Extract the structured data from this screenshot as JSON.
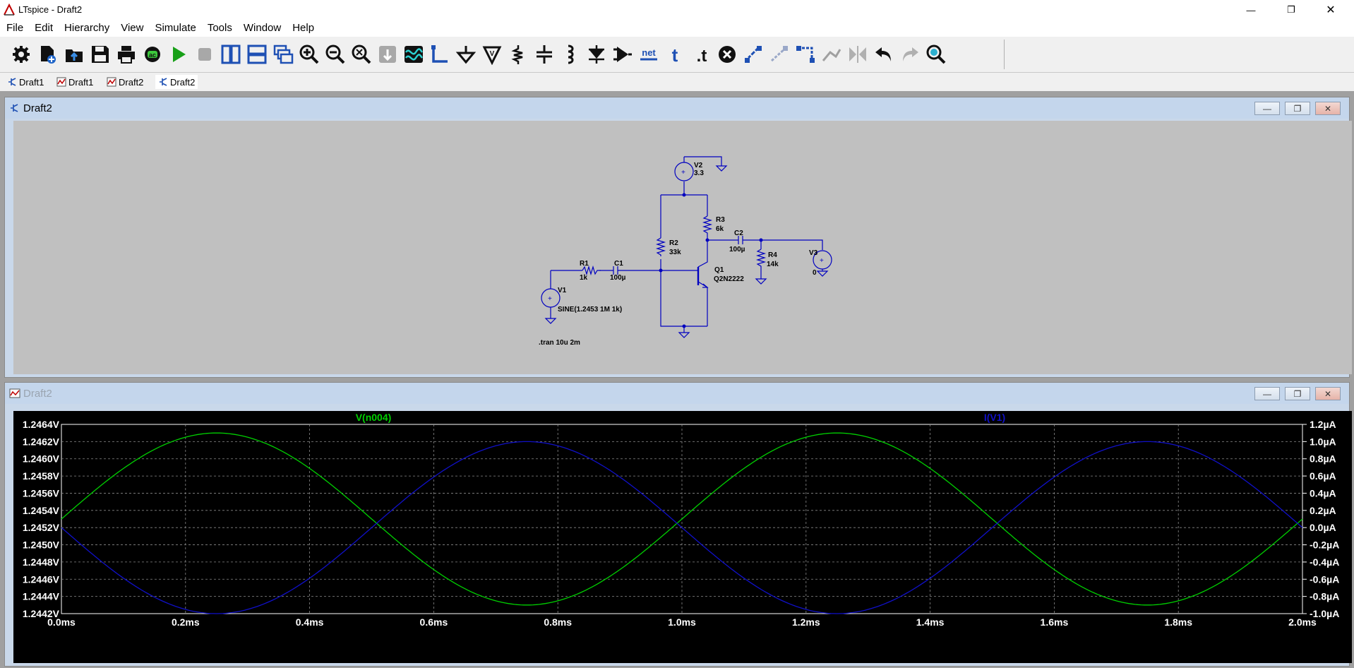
{
  "window": {
    "title": "LTspice - Draft2"
  },
  "menu": [
    "File",
    "Edit",
    "Hierarchy",
    "View",
    "Simulate",
    "Tools",
    "Window",
    "Help"
  ],
  "toolbar": {
    "icons": [
      "settings-icon",
      "new-schematic-icon",
      "open-icon",
      "save-icon",
      "print-icon",
      "ac-icon",
      "run-icon",
      "halt-icon",
      "tile-vertical-icon",
      "tile-horizontal-icon",
      "cascade-icon",
      "zoom-in-icon",
      "zoom-out-icon",
      "zoom-fit-icon",
      "autorange-icon",
      "waveform-icon",
      "wire-icon",
      "ground-icon",
      "label-net-icon",
      "resistor-icon",
      "capacitor-icon",
      "inductor-icon",
      "diode-icon",
      "component-icon",
      "net-label-icon",
      "text-icon",
      "spice-directive-icon",
      "delete-icon",
      "duplicate-icon",
      "move-icon",
      "drag-icon",
      "undo-draw-icon",
      "mirror-icon",
      "undo-icon",
      "redo-icon",
      "find-icon"
    ],
    "net_text": "net",
    "text_t": "t",
    "directive_t": ".t",
    "ac_text": "ac"
  },
  "tabs": [
    {
      "label": "Draft1",
      "kind": "schematic"
    },
    {
      "label": "Draft1",
      "kind": "plot"
    },
    {
      "label": "Draft2",
      "kind": "plot"
    },
    {
      "label": "Draft2",
      "kind": "schematic",
      "active": true
    }
  ],
  "schematic_window": {
    "title": "Draft2",
    "components": {
      "v2_name": "V2",
      "v2_value": "3.3",
      "r3_name": "R3",
      "r3_value": "6k",
      "c2_name": "C2",
      "c2_value": "100µ",
      "r2_name": "R2",
      "r2_value": "33k",
      "r4_name": "R4",
      "r4_value": "14k",
      "v3_name": "V3",
      "v3_value": "0",
      "r1_name": "R1",
      "r1_value": "1k",
      "c1_name": "C1",
      "c1_value": "100µ",
      "q1_name": "Q1",
      "q1_value": "Q2N2222",
      "v1_name": "V1",
      "v1_value": "SINE(1.2453 1M 1k)"
    },
    "directive": ".tran 10u 2m"
  },
  "plot_window": {
    "title": "Draft2",
    "colors": {
      "v": "#00d000",
      "i": "#1010c8",
      "grid": "#8a8a8a",
      "axis": "#ffffff"
    }
  },
  "chart_data": {
    "type": "line",
    "title": "",
    "xlabel": "",
    "ylabel": "",
    "x_ticks": [
      "0.0ms",
      "0.2ms",
      "0.4ms",
      "0.6ms",
      "0.8ms",
      "1.0ms",
      "1.2ms",
      "1.4ms",
      "1.6ms",
      "1.8ms",
      "2.0ms"
    ],
    "y_left_ticks": [
      "1.2464V",
      "1.2462V",
      "1.2460V",
      "1.2458V",
      "1.2456V",
      "1.2454V",
      "1.2452V",
      "1.2450V",
      "1.2448V",
      "1.2446V",
      "1.2444V",
      "1.2442V"
    ],
    "y_right_ticks": [
      "1.2µA",
      "1.0µA",
      "0.8µA",
      "0.6µA",
      "0.4µA",
      "0.2µA",
      "0.0µA",
      "-0.2µA",
      "-0.4µA",
      "-0.6µA",
      "-0.8µA",
      "-1.0µA"
    ],
    "xlim": [
      0,
      2.0
    ],
    "ylim_left": [
      1.2442,
      1.2464
    ],
    "ylim_right": [
      -1.0,
      1.2
    ],
    "grid": true,
    "series": [
      {
        "name": "V(n004)",
        "axis": "left",
        "color": "#00d000",
        "x": [
          0.0,
          0.1,
          0.2,
          0.25,
          0.3,
          0.4,
          0.5,
          0.6,
          0.7,
          0.75,
          0.8,
          0.9,
          1.0,
          1.1,
          1.2,
          1.25,
          1.3,
          1.4,
          1.5,
          1.6,
          1.7,
          1.75,
          1.8,
          1.9,
          2.0
        ],
        "y": [
          1.2453,
          1.24587,
          1.24622,
          1.2463,
          1.24622,
          1.24587,
          1.2453,
          1.24473,
          1.24438,
          1.2443,
          1.24438,
          1.24473,
          1.2453,
          1.24587,
          1.24622,
          1.2463,
          1.24622,
          1.24587,
          1.2453,
          1.24473,
          1.24438,
          1.2443,
          1.24438,
          1.24473,
          1.2453
        ]
      },
      {
        "name": "I(V1)",
        "axis": "right",
        "color": "#1010c8",
        "x": [
          0.0,
          0.1,
          0.2,
          0.25,
          0.3,
          0.4,
          0.5,
          0.6,
          0.7,
          0.75,
          0.8,
          0.9,
          1.0,
          1.1,
          1.2,
          1.25,
          1.3,
          1.4,
          1.5,
          1.6,
          1.7,
          1.75,
          1.8,
          1.9,
          2.0
        ],
        "y": [
          0.0,
          -0.59,
          -0.95,
          -1.0,
          -0.95,
          -0.59,
          0.0,
          0.59,
          0.95,
          1.0,
          0.95,
          0.59,
          0.0,
          -0.59,
          -0.95,
          -1.0,
          -0.95,
          -0.59,
          0.0,
          0.59,
          0.95,
          1.0,
          0.95,
          0.59,
          0.0
        ]
      }
    ]
  }
}
